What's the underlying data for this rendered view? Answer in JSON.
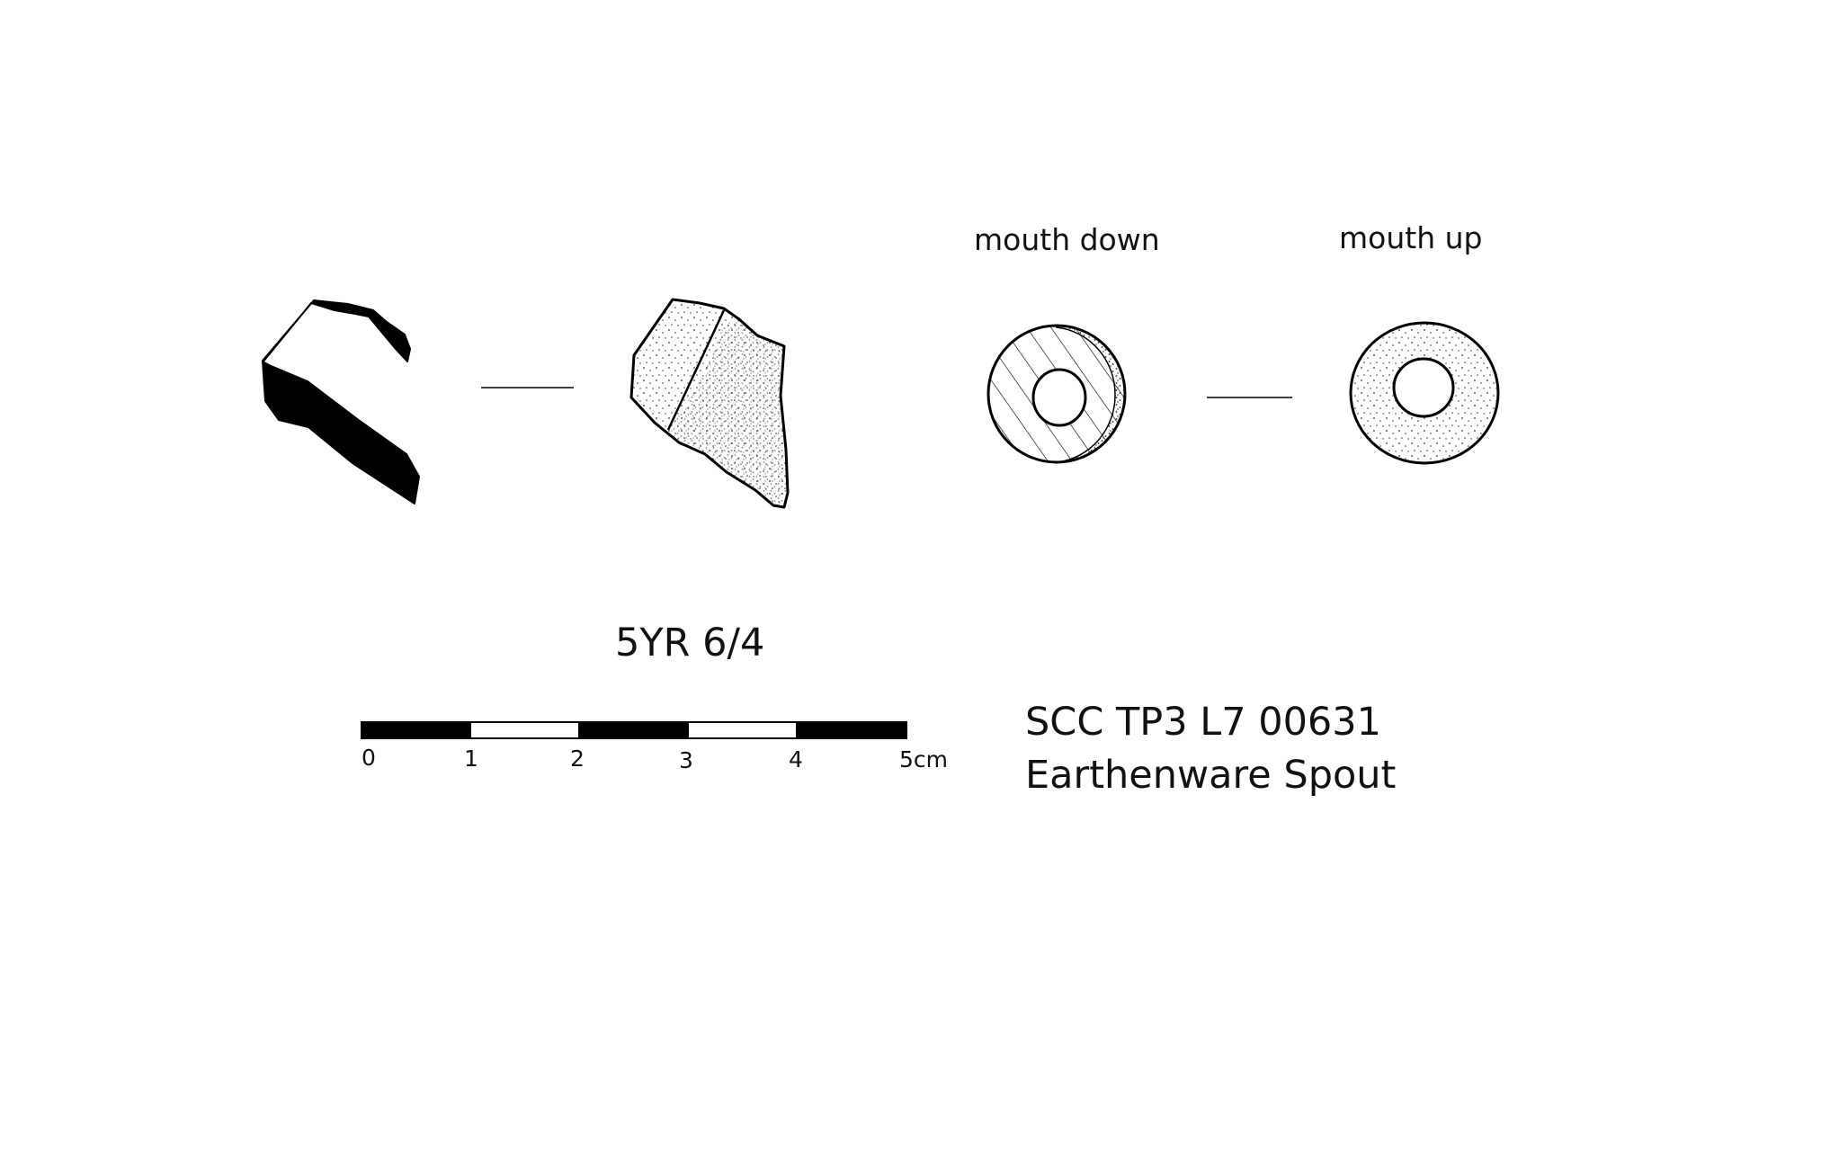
{
  "views": {
    "mouth_down_label": "mouth down",
    "mouth_up_label": "mouth up"
  },
  "munsell_color": "5YR 6/4",
  "scale_bar": {
    "ticks": [
      "0",
      "1",
      "2",
      "3",
      "4",
      "5cm"
    ],
    "segments": 5,
    "fill_dark": "#000000",
    "fill_light": "#ffffff"
  },
  "catalog": {
    "line1": "SCC TP3 L7  00631",
    "line2": "Earthenware Spout"
  },
  "colors": {
    "ink": "#000000",
    "paper": "#ffffff"
  }
}
